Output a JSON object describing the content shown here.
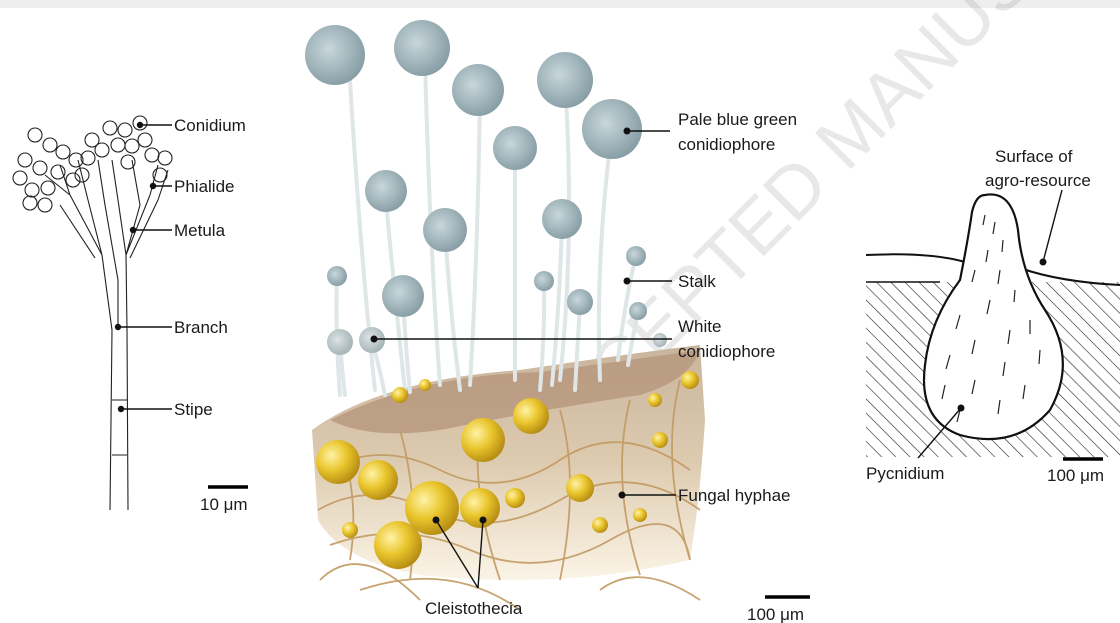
{
  "watermark": "ACCEPTED MANUSCRIPT",
  "panel_left": {
    "labels": {
      "conidium": "Conidium",
      "phialide": "Phialide",
      "metula": "Metula",
      "branch": "Branch",
      "stipe": "Stipe"
    },
    "scale_bar": "10 μm"
  },
  "panel_middle": {
    "labels": {
      "pale_blue_green_1": "Pale blue green",
      "pale_blue_green_2": "conidiophore",
      "stalk": "Stalk",
      "white_1": "White",
      "white_2": "conidiophore",
      "fungal_hyphae": "Fungal hyphae",
      "cleistothecia": "Cleistothecia"
    },
    "scale_bar": "100 μm"
  },
  "panel_right": {
    "labels": {
      "surface_1": "Surface of",
      "surface_2": "agro-resource",
      "pycnidium": "Pycnidium"
    },
    "scale_bar": "100 μm"
  },
  "colors": {
    "conidia_head": "#9fb6bd",
    "stalk": "#dde5e6",
    "cleistothecia": "#e8c22a",
    "hyphae": "#c9a26e",
    "substrate": "#b99a7e"
  }
}
